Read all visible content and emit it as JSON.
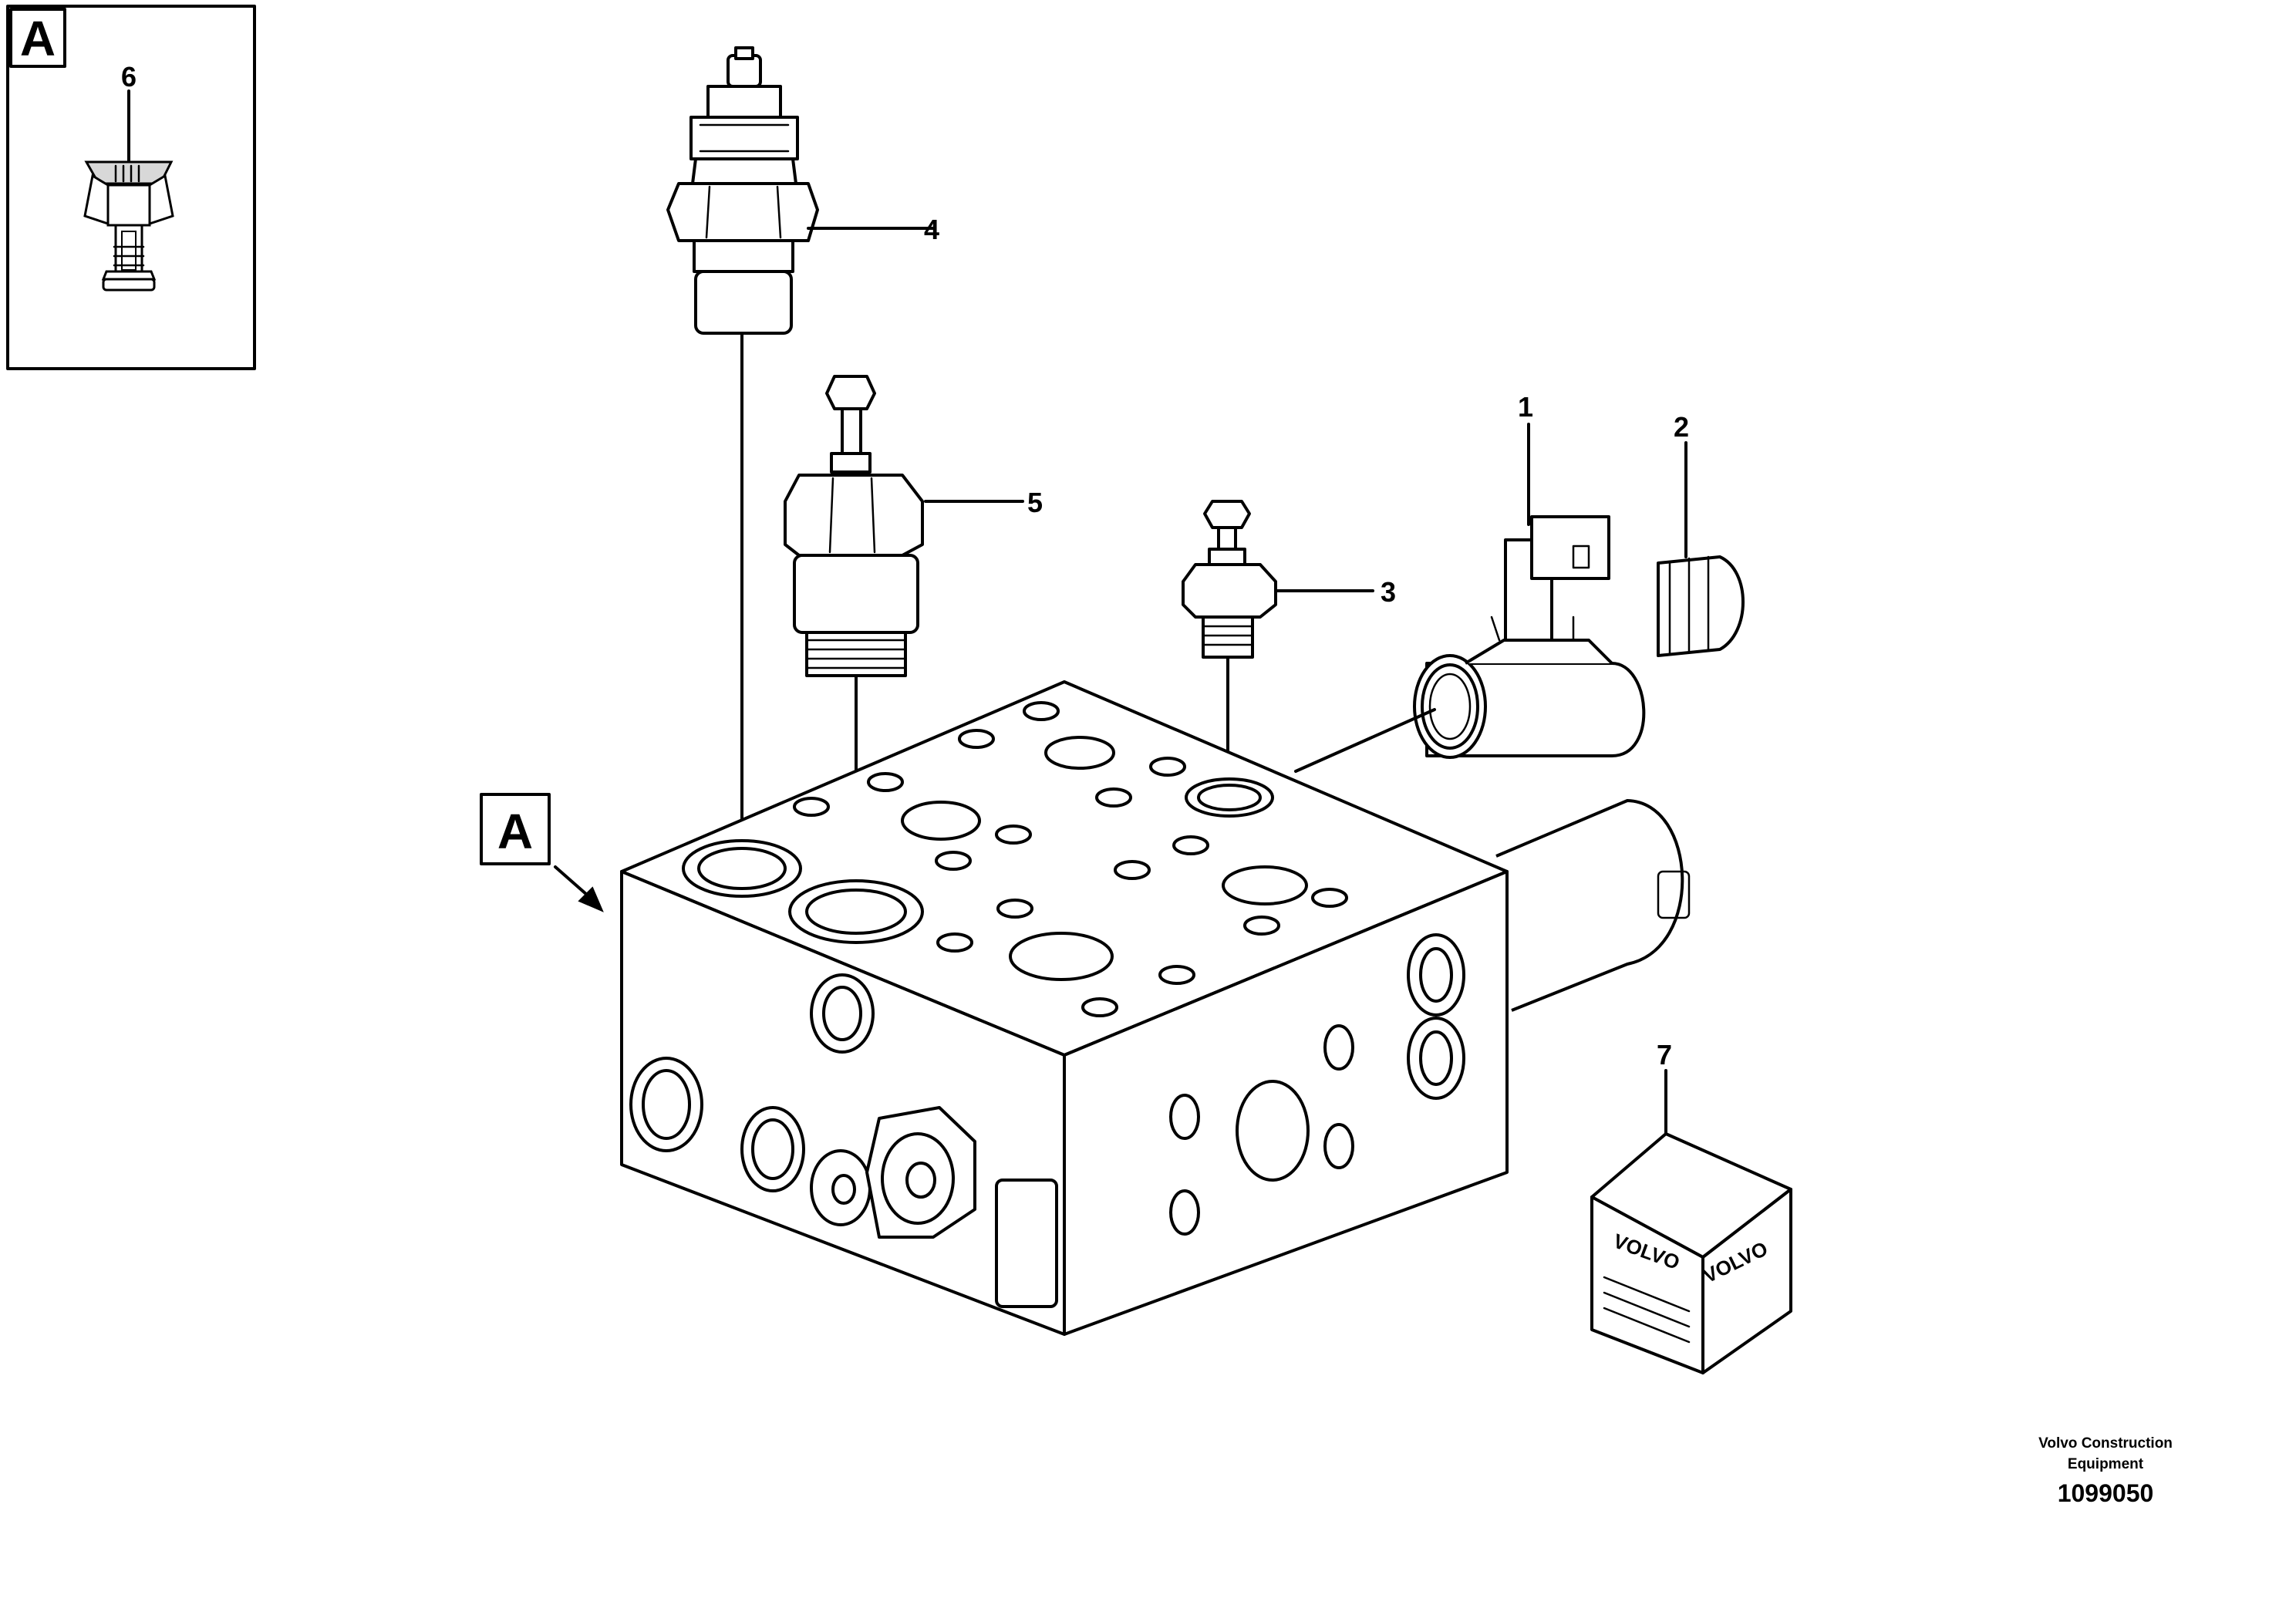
{
  "callouts": [
    {
      "id": "1",
      "label": "1"
    },
    {
      "id": "2",
      "label": "2"
    },
    {
      "id": "3",
      "label": "3"
    },
    {
      "id": "4",
      "label": "4"
    },
    {
      "id": "5",
      "label": "5"
    },
    {
      "id": "6",
      "label": "6"
    },
    {
      "id": "7",
      "label": "7"
    }
  ],
  "view_marker": {
    "label": "A"
  },
  "detail_view": {
    "label": "A"
  },
  "kit_box": {
    "brand_left": "VOLVO",
    "brand_right": "VOLVO"
  },
  "footer": {
    "company_line1": "Volvo Construction",
    "company_line2": "Equipment",
    "drawing_number": "1099050"
  }
}
